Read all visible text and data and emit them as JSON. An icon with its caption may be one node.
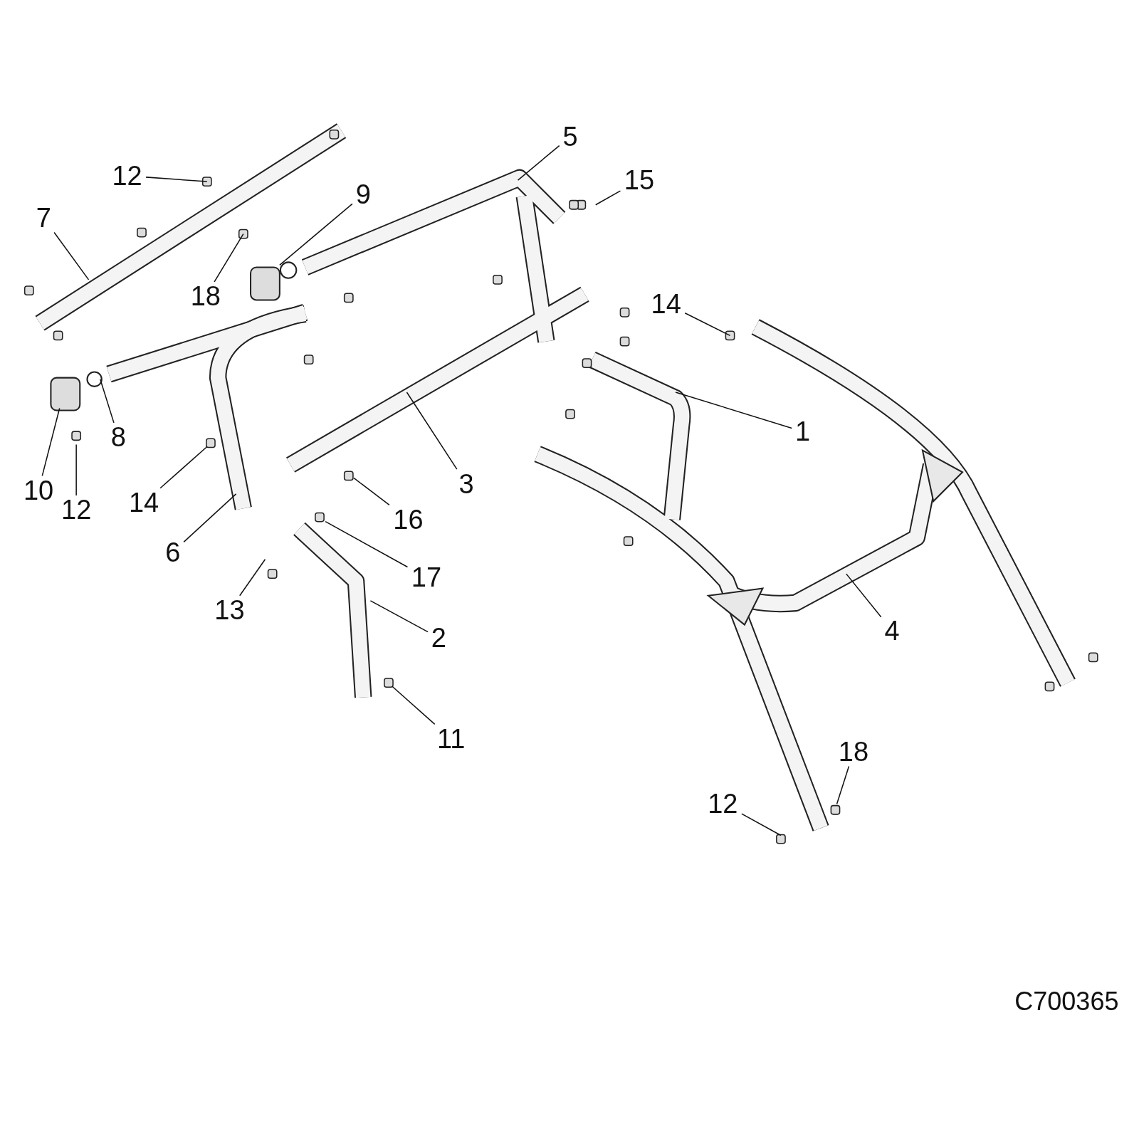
{
  "diagram": {
    "nodes": [
      {
        "text": [
          "5"
        ]
      },
      {
        "text": [
          "12"
        ]
      },
      {
        "text": [
          "15"
        ]
      },
      {
        "text": [
          "9"
        ]
      },
      {
        "text": [
          "7"
        ]
      },
      {
        "text": [
          "18"
        ]
      },
      {
        "text": [
          "14"
        ]
      },
      {
        "text": [
          "1"
        ]
      },
      {
        "text": [
          "8"
        ]
      },
      {
        "text": [
          "3"
        ]
      },
      {
        "text": [
          "10"
        ]
      },
      {
        "text": [
          "14"
        ]
      },
      {
        "text": [
          "12"
        ]
      },
      {
        "text": [
          "16"
        ]
      },
      {
        "text": [
          "6"
        ]
      },
      {
        "text": [
          "17"
        ]
      },
      {
        "text": [
          "13"
        ]
      },
      {
        "text": [
          "4"
        ]
      },
      {
        "text": [
          "2"
        ]
      },
      {
        "text": [
          "11"
        ]
      },
      {
        "text": [
          "18"
        ]
      },
      {
        "text": [
          "12"
        ]
      }
    ],
    "edges": [
      {
        "from": 0,
        "to": null,
        "arrow": "none"
      },
      {
        "from": 1,
        "to": null,
        "arrow": "none"
      },
      {
        "from": 2,
        "to": null,
        "arrow": "none"
      },
      {
        "from": 3,
        "to": null,
        "arrow": "none"
      },
      {
        "from": 4,
        "to": null,
        "arrow": "none"
      },
      {
        "from": 5,
        "to": null,
        "arrow": "none"
      },
      {
        "from": 6,
        "to": null,
        "arrow": "none"
      },
      {
        "from": 7,
        "to": null,
        "arrow": "none"
      },
      {
        "from": 8,
        "to": null,
        "arrow": "none"
      },
      {
        "from": 9,
        "to": null,
        "arrow": "none"
      },
      {
        "from": 10,
        "to": null,
        "arrow": "none"
      },
      {
        "from": 11,
        "to": null,
        "arrow": "none"
      },
      {
        "from": 12,
        "to": null,
        "arrow": "none"
      },
      {
        "from": 13,
        "to": null,
        "arrow": "none"
      },
      {
        "from": 14,
        "to": null,
        "arrow": "none"
      },
      {
        "from": 15,
        "to": null,
        "arrow": "none"
      },
      {
        "from": 16,
        "to": null,
        "arrow": "none"
      },
      {
        "from": 17,
        "to": null,
        "arrow": "none"
      },
      {
        "from": 18,
        "to": null,
        "arrow": "none"
      },
      {
        "from": 19,
        "to": null,
        "arrow": "none"
      },
      {
        "from": 20,
        "to": null,
        "arrow": "none"
      },
      {
        "from": 21,
        "to": null,
        "arrow": "none"
      }
    ],
    "labels": [
      "C700365"
    ]
  }
}
